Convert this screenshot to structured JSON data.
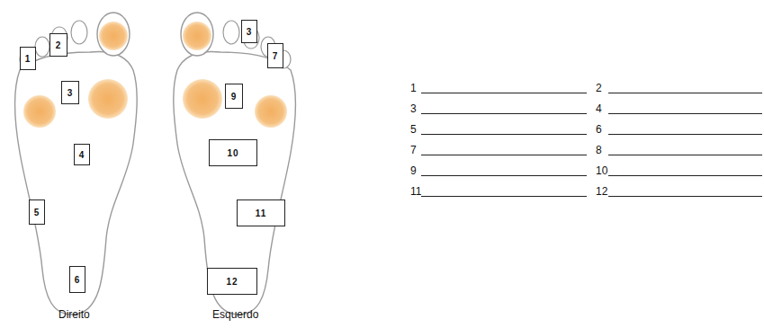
{
  "diagram": {
    "nodes": [
      {
        "text": [
          "1"
        ]
      },
      {
        "text": [
          "2"
        ]
      },
      {
        "text": [
          "3"
        ]
      },
      {
        "text": [
          "4"
        ]
      },
      {
        "text": [
          "5"
        ]
      },
      {
        "text": [
          "6"
        ]
      },
      {
        "text": [
          "3"
        ]
      },
      {
        "text": [
          "7"
        ]
      },
      {
        "text": [
          "9"
        ]
      },
      {
        "text": [
          "10"
        ]
      },
      {
        "text": [
          "11"
        ]
      },
      {
        "text": [
          "12"
        ]
      }
    ],
    "labels": [
      "Direito",
      "Esquerdo",
      "1",
      "2",
      "3",
      "4",
      "5",
      "6",
      "7",
      "8",
      "9",
      "10",
      "11",
      "12"
    ]
  }
}
